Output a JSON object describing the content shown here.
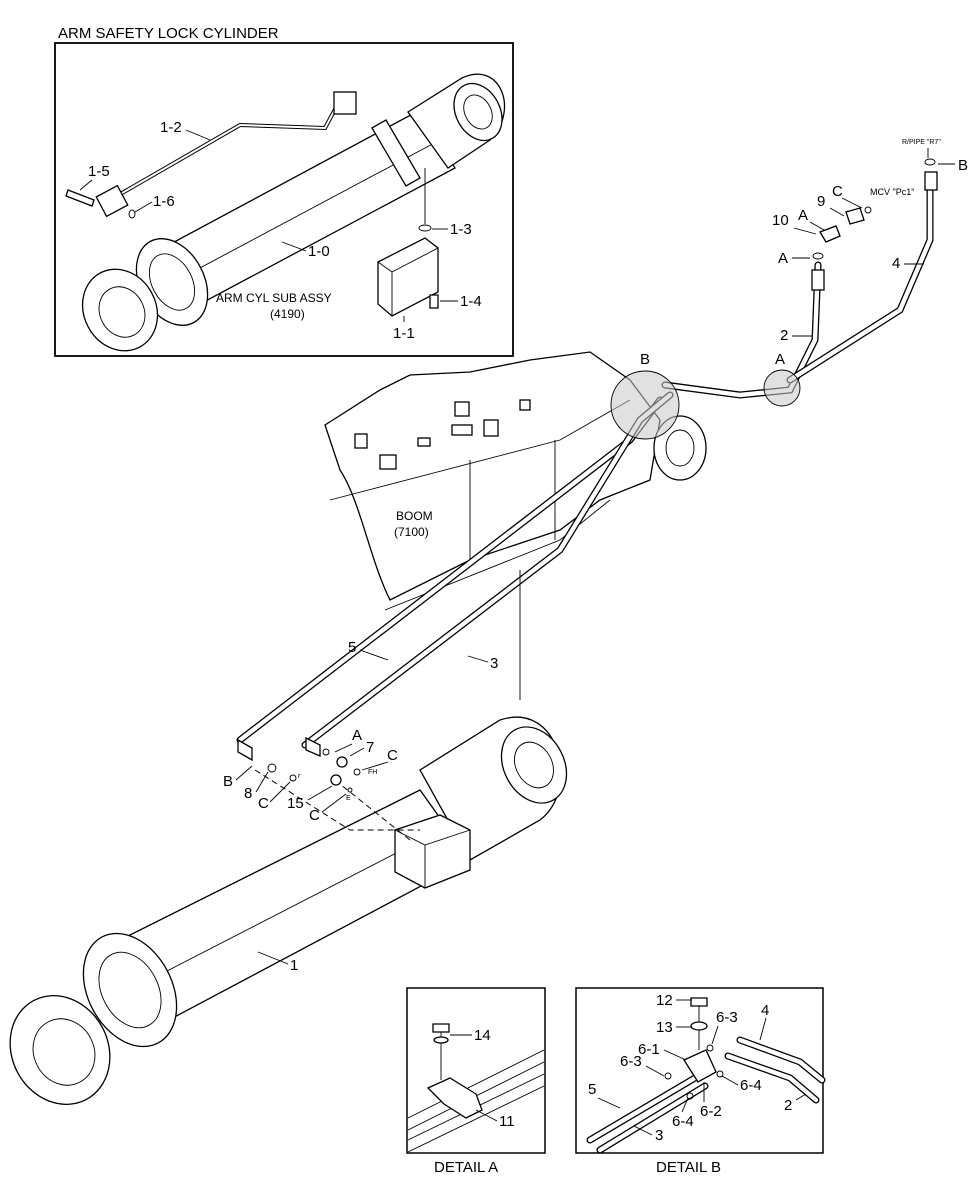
{
  "inset": {
    "title": "ARM SAFETY LOCK CYLINDER",
    "sub_assy_label": "ARM CYL SUB ASSY",
    "sub_assy_code": "(4190)",
    "parts": [
      "1-5",
      "1-2",
      "1-6",
      "1-0",
      "1-3",
      "1-4",
      "1-1"
    ]
  },
  "main": {
    "boom_label": "BOOM",
    "boom_code": "(7100)",
    "rpipe_label": "R/PIPE \"R7\"",
    "mcv_label": "MCV \"Pc1\"",
    "port_fh": "FH",
    "port_r": "r",
    "port_e": "E",
    "callouts": [
      "B",
      "C",
      "9",
      "A",
      "10",
      "A",
      "4",
      "2",
      "B",
      "A",
      "5",
      "3",
      "A",
      "7",
      "C",
      "B",
      "8",
      "C",
      "15",
      "C",
      "1"
    ]
  },
  "detail_a": {
    "caption": "DETAIL  A",
    "parts": [
      "14",
      "11"
    ]
  },
  "detail_b": {
    "caption": "DETAIL  B",
    "parts": [
      "12",
      "13",
      "6-3",
      "4",
      "6-1",
      "6-3",
      "6-4",
      "5",
      "6-2",
      "6-4",
      "2",
      "3"
    ]
  }
}
